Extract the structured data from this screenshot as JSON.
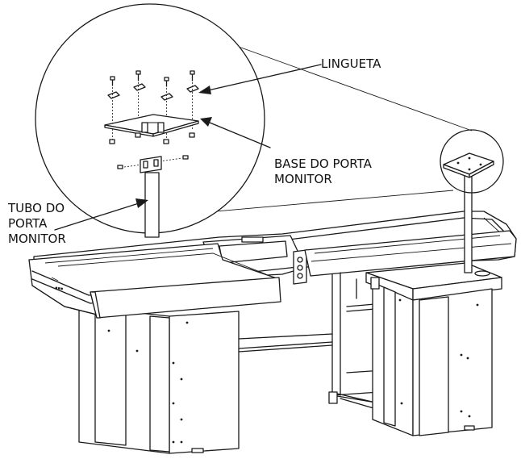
{
  "labels": {
    "lingueta": "LINGUETA",
    "base_line1": "BASE DO PORTA",
    "base_line2": "MONITOR",
    "tubo_line1": "TUBO DO",
    "tubo_line2": "PORTA",
    "tubo_line3": "MONITOR"
  },
  "colors": {
    "ink": "#1a1a1a",
    "background": "#ffffff"
  }
}
